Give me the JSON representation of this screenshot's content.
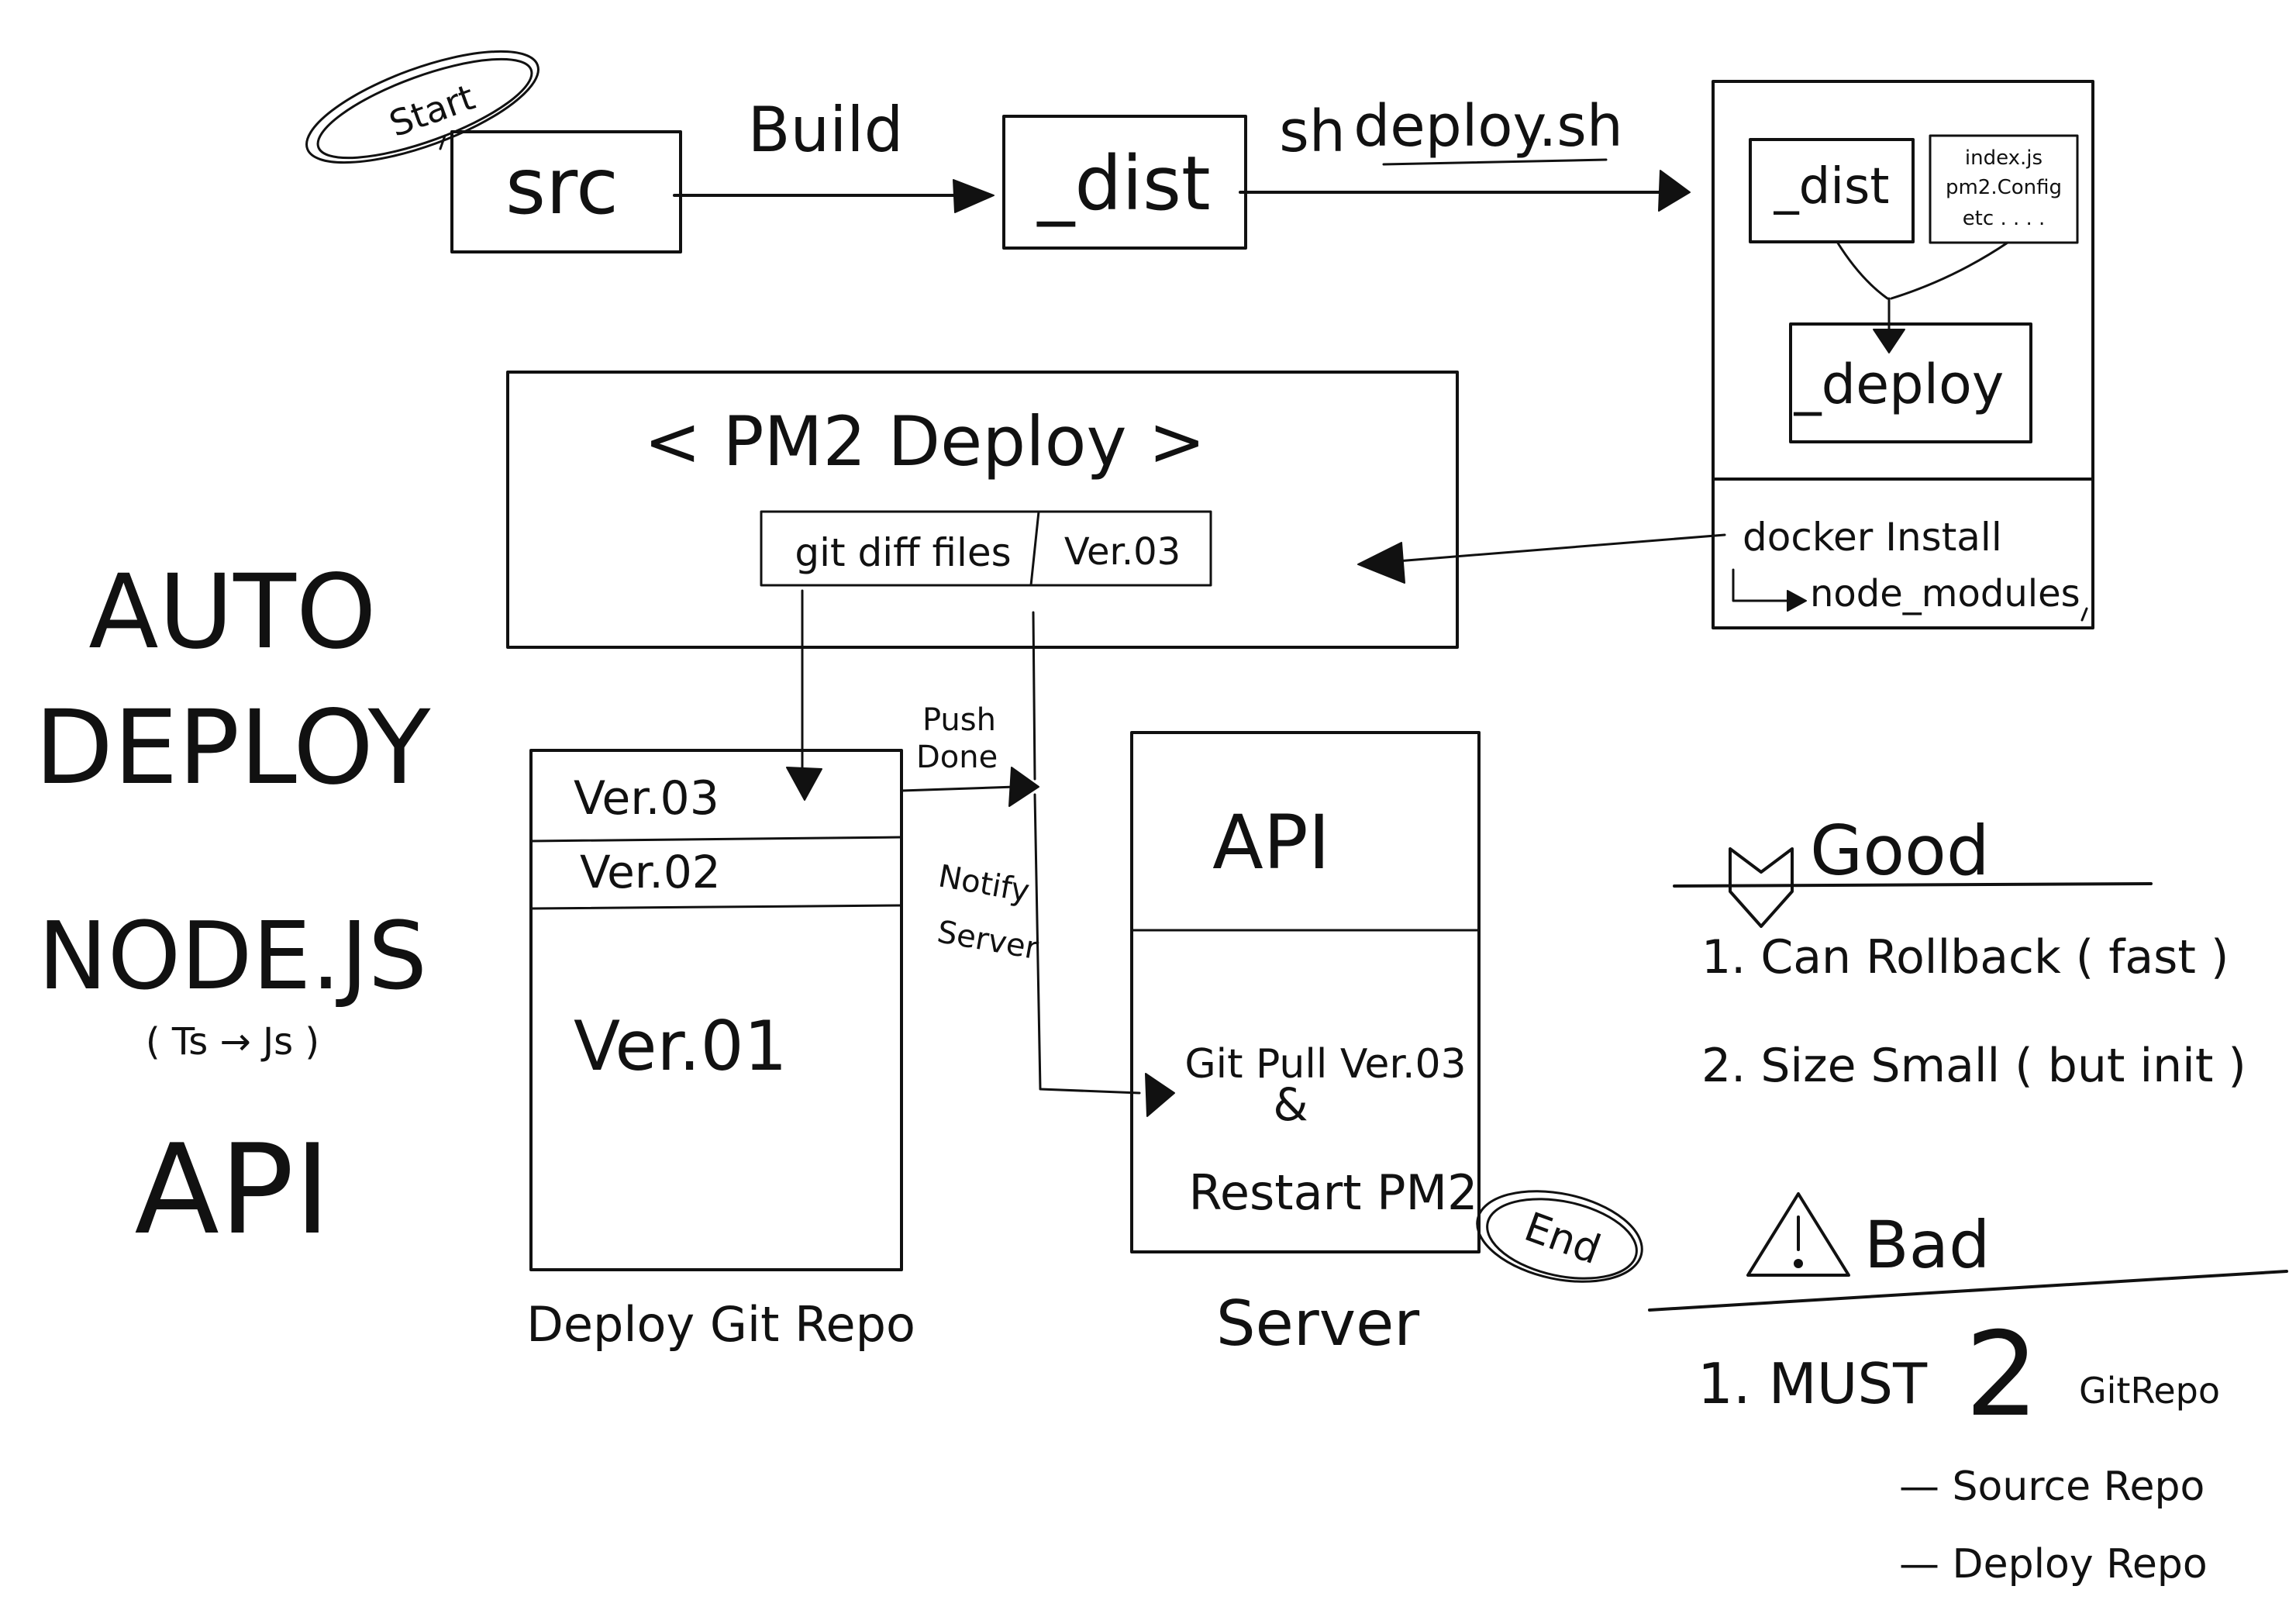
{
  "title": {
    "line1": "AUTO",
    "line2": "DEPLOY",
    "line3": "NODE.JS",
    "line4": "( Ts → Js )",
    "line5": "API"
  },
  "flow": {
    "start": "Start",
    "src": "src",
    "build": "Build",
    "dist": "_dist",
    "sh": "sh",
    "script": "deploy.sh",
    "end": "End"
  },
  "docker_box": {
    "dist": "_dist",
    "files": [
      "index.js",
      "pm2.Config",
      "etc . . . ."
    ],
    "deploy": "_deploy",
    "install": "docker Install",
    "modules": "node_modules"
  },
  "pm2": {
    "title": "< PM2 Deploy >",
    "diff": "git diff files",
    "version": "Ver.03"
  },
  "repo": {
    "rows": [
      "Ver.03",
      "Ver.02",
      "Ver.01"
    ],
    "caption": "Deploy Git Repo"
  },
  "notes": {
    "push": [
      "Push",
      "Done"
    ],
    "notify": [
      "Notify",
      "Server"
    ]
  },
  "server": {
    "api": "API",
    "line1": "Git Pull Ver.03",
    "amp": "&",
    "line2": "Restart PM2",
    "caption": "Server"
  },
  "good": {
    "heading": "Good",
    "items": [
      "1. Can Rollback ( fast )",
      "2. Size Small ( but init )"
    ]
  },
  "bad": {
    "heading": "Bad",
    "item": "1. MUST",
    "big_number": "2",
    "suffix": "GitRepo",
    "subitems": [
      "— Source Repo",
      "— Deploy Repo"
    ]
  }
}
